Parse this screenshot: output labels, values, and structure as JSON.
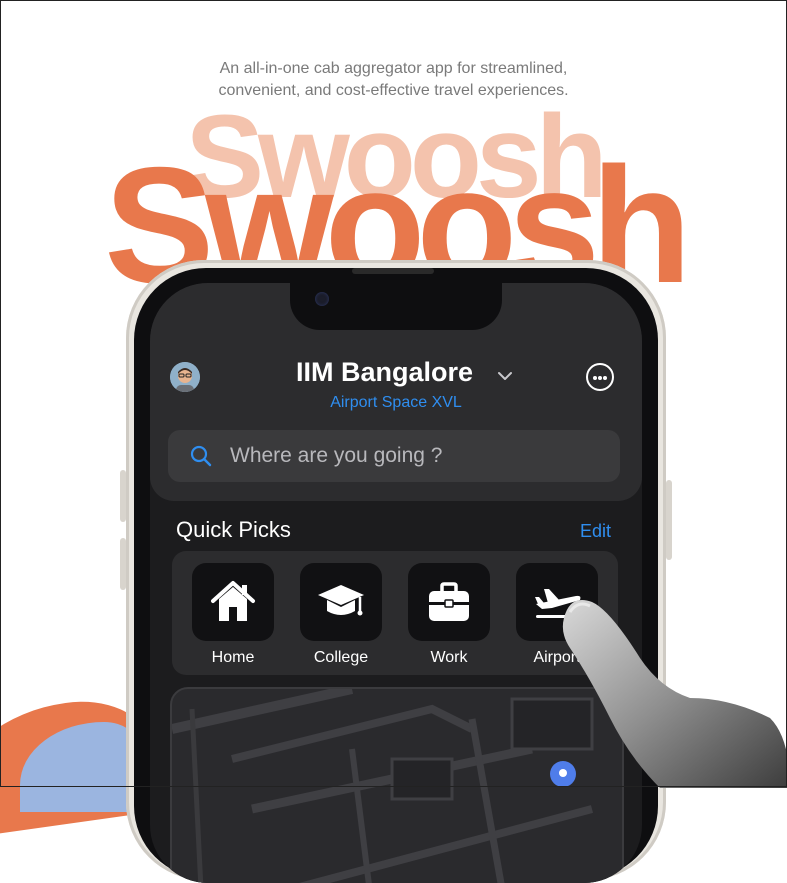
{
  "hero": {
    "tagline_line1": "An all-in-one cab aggregator app for streamlined,",
    "tagline_line2": "convenient, and cost-effective travel experiences.",
    "brand_shadow": "Swoosh",
    "brand": "Swoosh"
  },
  "app": {
    "header": {
      "location_title": "IIM Bangalore",
      "location_subtitle": "Airport Space XVL"
    },
    "search": {
      "placeholder": "Where are you going ?"
    },
    "quick_picks": {
      "title": "Quick Picks",
      "edit_label": "Edit",
      "items": [
        {
          "label": "Home",
          "icon": "home-icon"
        },
        {
          "label": "College",
          "icon": "graduation-cap-icon"
        },
        {
          "label": "Work",
          "icon": "briefcase-icon"
        },
        {
          "label": "Airport",
          "icon": "airplane-icon"
        }
      ]
    }
  },
  "colors": {
    "brand_orange": "#e8784c",
    "brand_light": "#f4c3ad",
    "accent_blue": "#2f8ef0",
    "screen_bg": "#1c1c1e"
  }
}
